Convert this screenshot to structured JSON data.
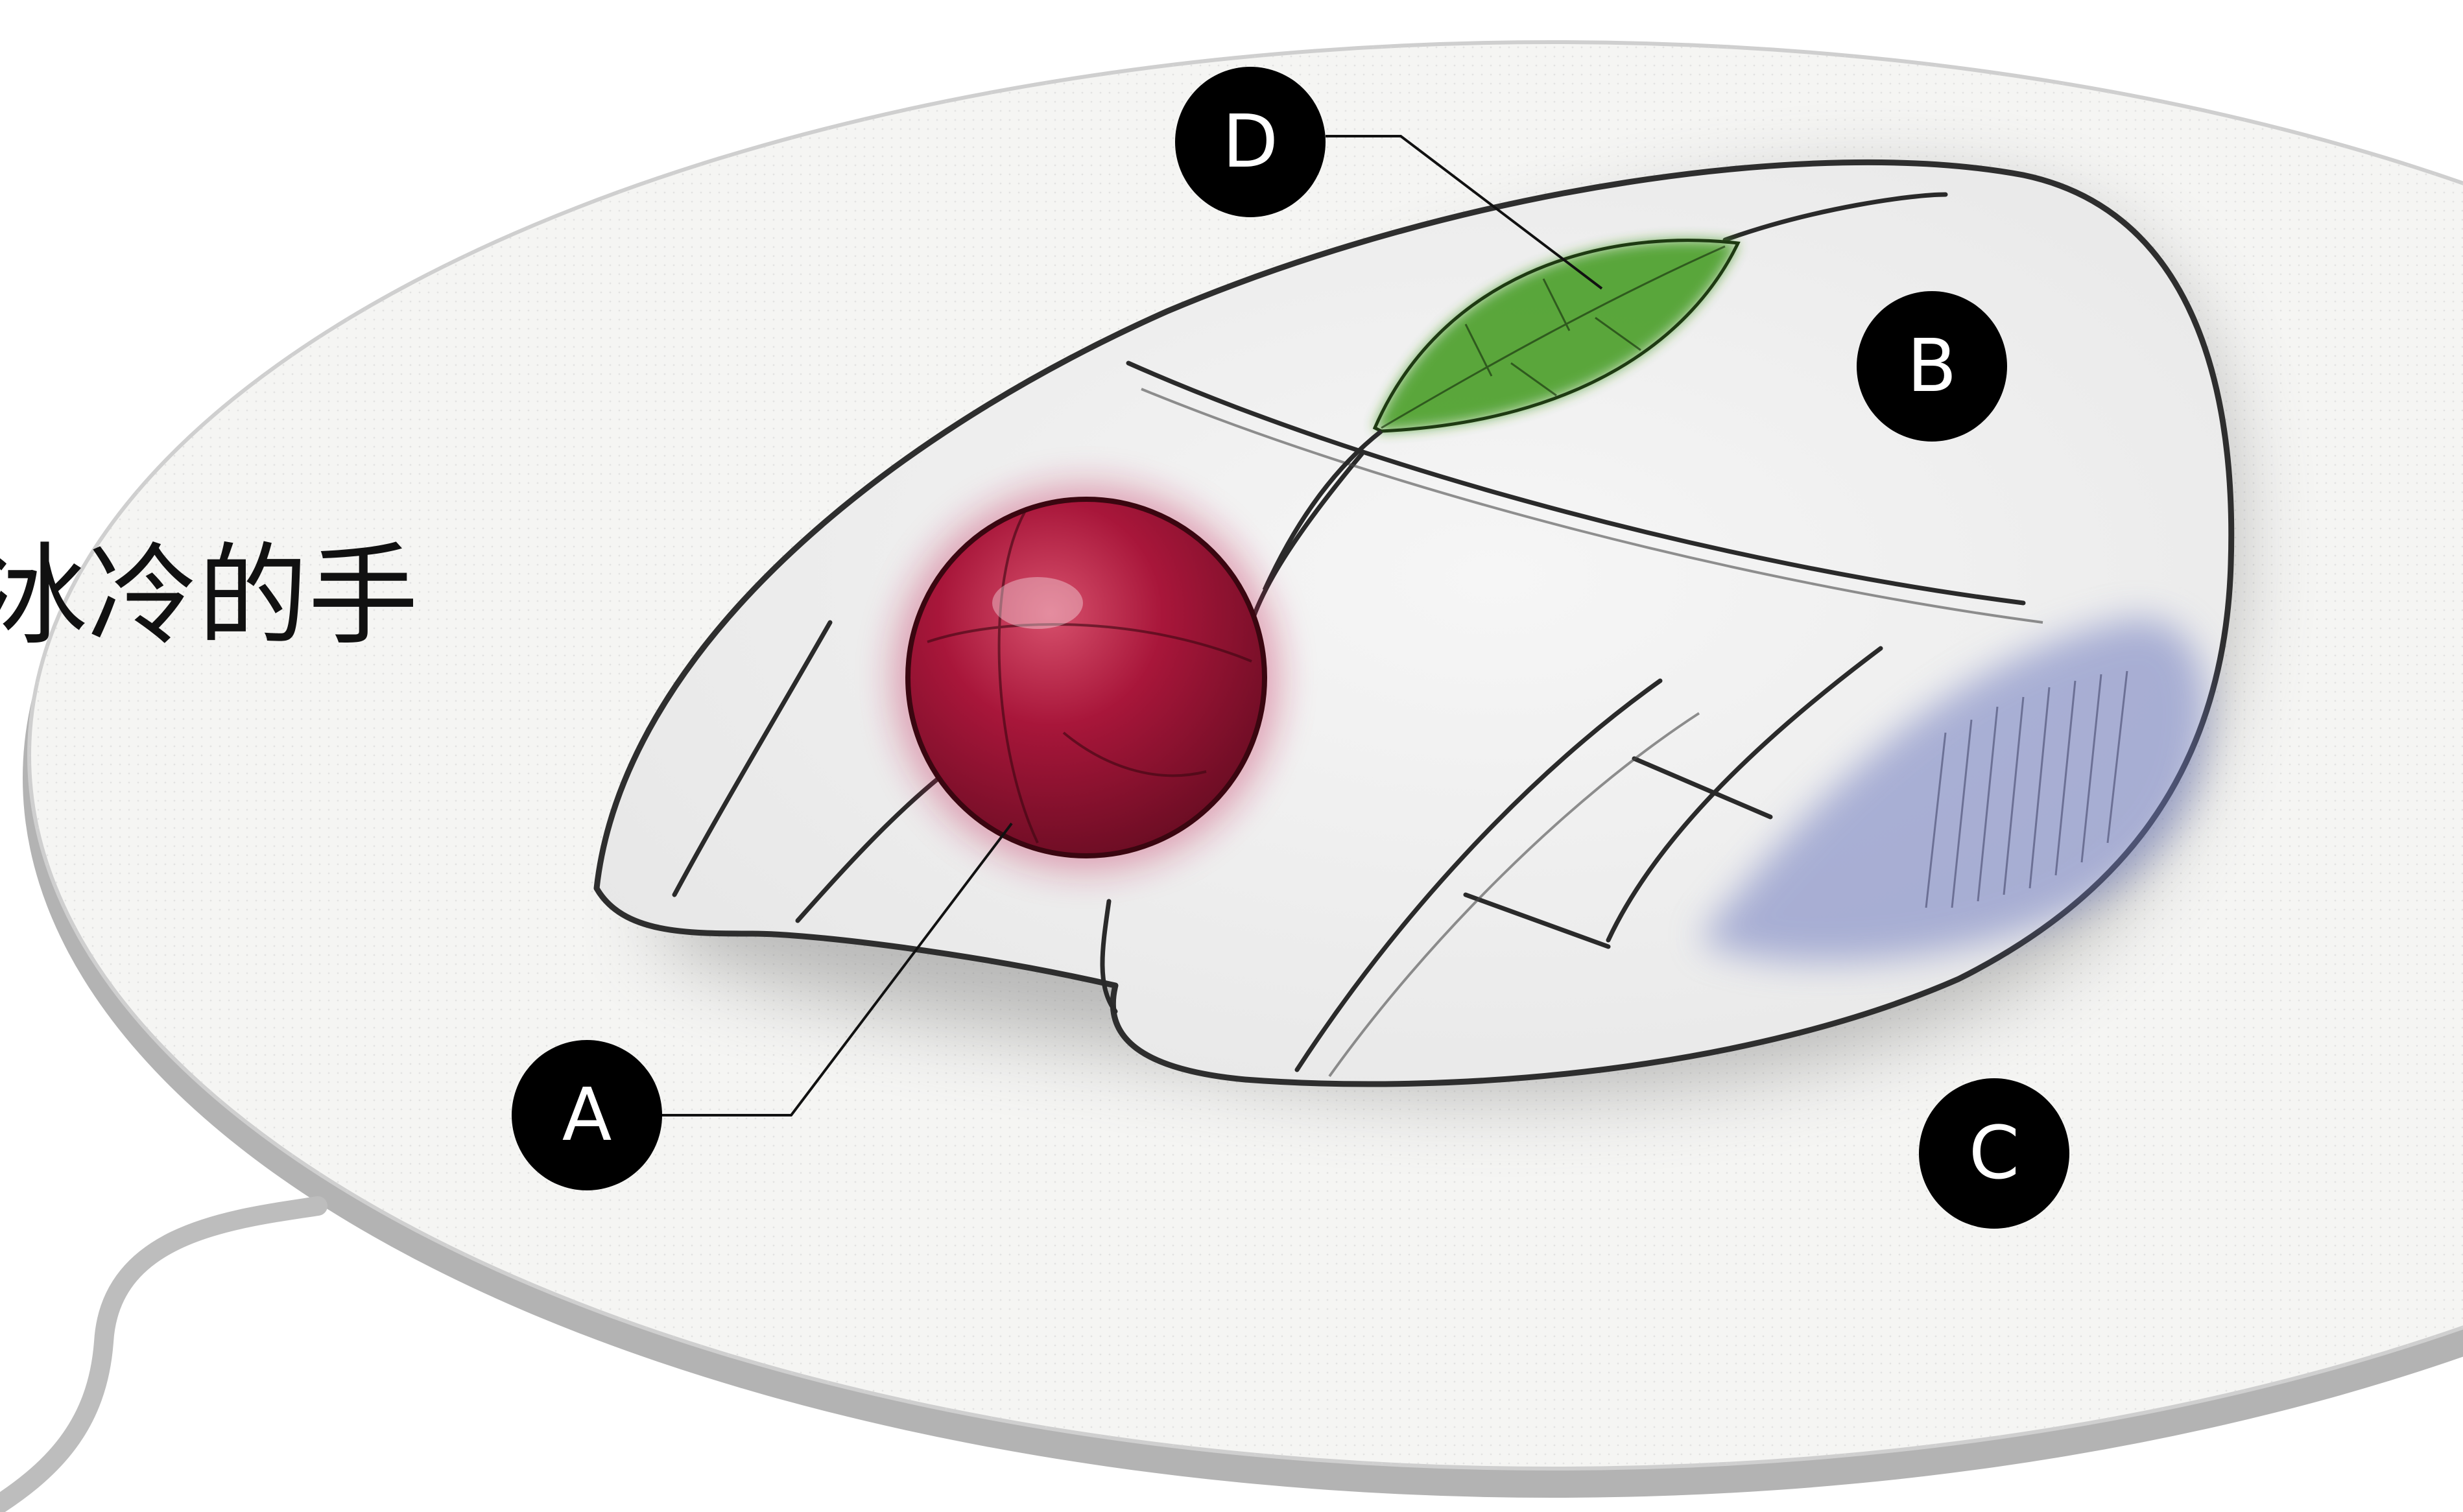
{
  "caption_text": "冰冷的手",
  "markers": {
    "a": {
      "label": "A",
      "meaning": "trackball"
    },
    "b": {
      "label": "B",
      "meaning": "palm-rest"
    },
    "c": {
      "label": "C",
      "meaning": "mouse-pad"
    },
    "d": {
      "label": "D",
      "meaning": "leaf-button"
    }
  },
  "colors": {
    "trackball": "#9e1530",
    "leaf": "#3f9a1f",
    "thumb_rest": "#6f7cbf",
    "pad_top": "#f5f5f3",
    "pad_edge": "#b3b3b3",
    "cable": "#bdbdbd",
    "marker_fill": "#000000",
    "marker_text": "#ffffff"
  }
}
